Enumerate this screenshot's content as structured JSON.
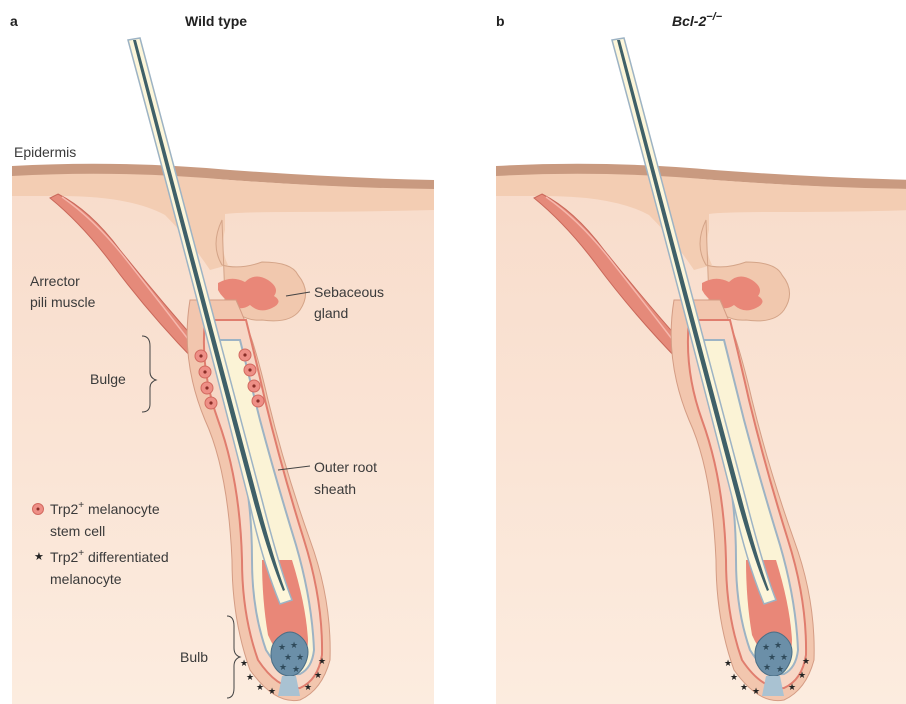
{
  "panels": [
    {
      "letter": "a",
      "title": "Wild type"
    },
    {
      "letter": "b",
      "title_main": "Bcl-2",
      "title_sup": "−/−"
    }
  ],
  "labels": {
    "epidermis": "Epidermis",
    "arrector_1": "Arrector",
    "arrector_2": "pili muscle",
    "sebaceous_1": "Sebaceous",
    "sebaceous_2": "gland",
    "bulge": "Bulge",
    "outer_1": "Outer root",
    "outer_2": "sheath",
    "bulb": "Bulb"
  },
  "legend": {
    "stem_line1": "Trp2",
    "stem_sup": "+",
    "stem_rest": " melanocyte",
    "stem_line2": "stem cell",
    "diff_line1": "Trp2",
    "diff_sup": "+",
    "diff_rest": " differentiated",
    "diff_line2": "melanocyte"
  },
  "colors": {
    "skin_bg": "#fbe6d8",
    "epidermis": "#f3cdb3",
    "epidermis_edge": "#c99a80",
    "muscle": "#e58a7a",
    "hair_shaft": "#fdf6da",
    "hair_core": "#3f6068",
    "sheath_blue": "#9db3c4",
    "papilla": "#6b8fa8",
    "stem_cell": "#ee8f86"
  }
}
